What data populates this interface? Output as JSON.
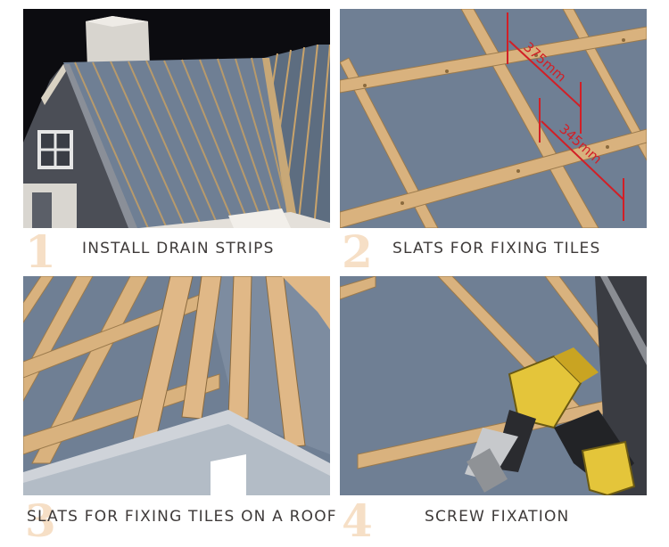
{
  "steps": [
    {
      "number": "1",
      "caption": "INSTALL DRAIN STRIPS"
    },
    {
      "number": "2",
      "caption": "SLATS FOR FIXING TILES"
    },
    {
      "number": "3",
      "caption": "SLATS FOR FIXING TILES ON A ROOF"
    },
    {
      "number": "4",
      "caption": "SCREW FIXATION"
    }
  ],
  "dimensions": {
    "upper": "375mm",
    "lower": "345mm"
  },
  "colors": {
    "roof_membrane": "#6f7f94",
    "batten_wood": "#d9b27e",
    "dimension_line": "#d21f26",
    "number_tint": "#f6dfc6",
    "caption_text": "#3e3a39"
  }
}
